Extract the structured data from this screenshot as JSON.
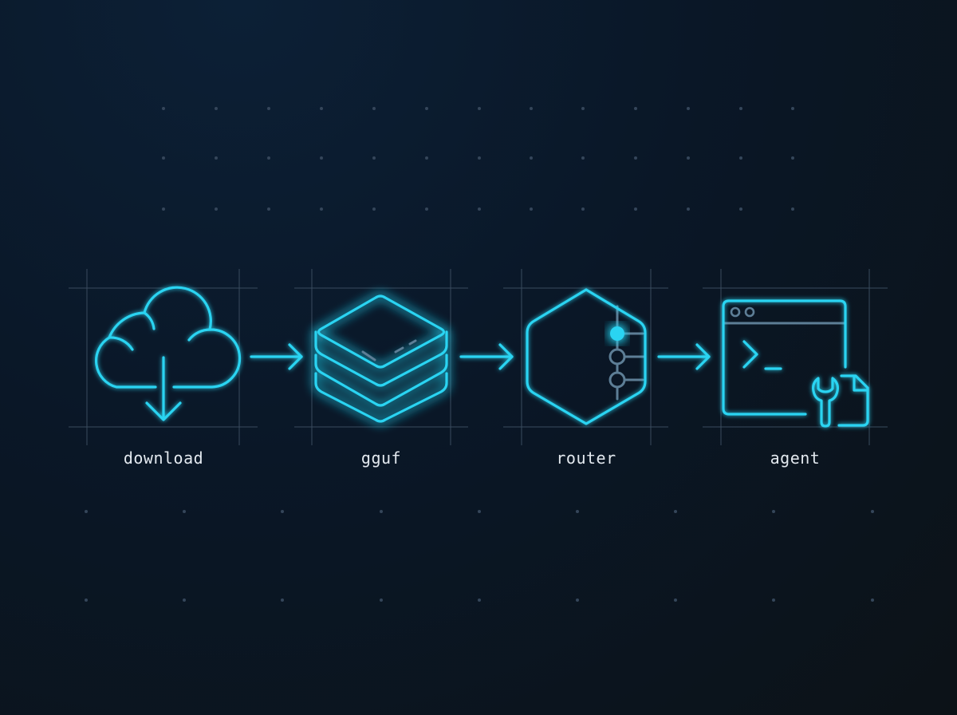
{
  "colors": {
    "accent": "#2ad4f2",
    "accent_dim": "#5d7e96",
    "grid_line": "#3a4b5e",
    "dot": "#35465a",
    "label_text": "#e3e9ef"
  },
  "steps": [
    {
      "label": "download",
      "icon": "cloud-download-icon"
    },
    {
      "label": "gguf",
      "icon": "layers-stack-icon"
    },
    {
      "label": "router",
      "icon": "hexagon-router-icon"
    },
    {
      "label": "agent",
      "icon": "terminal-window-wrench-icon"
    }
  ],
  "arrows": [
    {
      "icon": "arrow-right-icon"
    },
    {
      "icon": "arrow-right-icon"
    },
    {
      "icon": "arrow-right-icon"
    }
  ]
}
